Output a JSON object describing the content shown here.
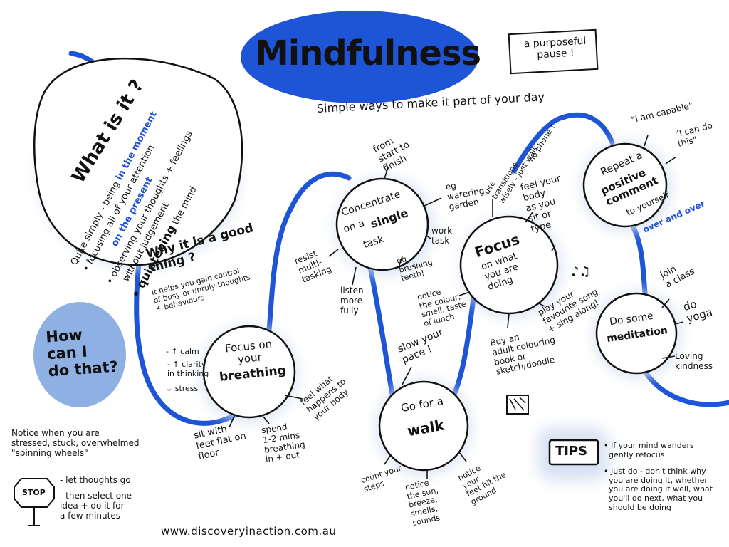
{
  "colors": {
    "accent_blue": "#1e55d6",
    "light_blue": "#8fb0e3",
    "ink": "#111111",
    "glow": "#d8e2f3"
  },
  "title": "Mindfulness",
  "subtitle": "Simple ways to make it part of your day",
  "purposeful_pause": "a purposeful\npause !",
  "what_is_it": {
    "heading": "What is it ?",
    "line1": "Quite simply - being",
    "in_the": "in the",
    "moment": "moment",
    "focusing": "• focusing all of your attention",
    "on_the_present": "on the present",
    "observing": "• observing your thoughts + feelings",
    "without_judgement": "without judgement",
    "quietening": "• quietening",
    "the_mind": "the mind"
  },
  "why_good": {
    "heading": "Why it is a good\nthing ?",
    "body": "It helps you gain control\nof busy or unruly thoughts\n+ behaviours",
    "calm": "- ↑ calm",
    "clarity": "- ↑ clarity\nin thinking",
    "stress": "↓ stress"
  },
  "how_can": "How\ncan I\ndo that?",
  "notice_stressed": "Notice when you are\nstressed, stuck, overwhelmed\n\"spinning wheels\"",
  "stop_sign": "STOP",
  "let_thoughts_go": "- let thoughts go",
  "then_select": "- then select one\nidea + do it for\na few minutes",
  "website": "www.discoveryinaction.com.au",
  "breathing": {
    "line1": "Focus on\nyour",
    "strong": "breathing",
    "sit_with": "sit with\nfeet flat on\nfloor",
    "spend": "spend\n1-2 mins\nbreathing\nin + out",
    "feel_what": "feel what\nhappens to\nyour body"
  },
  "concentrate": {
    "line1": "Concentrate",
    "on_a": "on a",
    "single": "single",
    "task": "task",
    "from_start": "from\nstart to\nfinish",
    "eg_watering": "eg\nwatering\ngarden",
    "work_task": "work\ntask",
    "eg_brushing": "eg\nbrushing\nteeth!",
    "listen": "listen\nmore\nfully",
    "resist": "resist\nmulti-\ntasking"
  },
  "walk": {
    "line1": "Go for a",
    "strong": "walk",
    "slow": "slow your\npace !",
    "count": "count your\nsteps",
    "notice_sun": "notice\nthe sun,\nbreeze,\nsmells,\nsounds",
    "notice_feet": "notice\nyour\nfeet hit the\nground"
  },
  "focus_doing": {
    "strong": "Focus",
    "line2": "on what\nyou are\ndoing",
    "use_transitions": "use\ntransitions\nwisely - just walk",
    "no_phone": "no phone !",
    "feel_body": "feel your\nbody\nas you\nsit or\ntype",
    "notice_colour": "notice\nthe colour,\nsmell, taste\nof lunch",
    "play_song": "play your\nfavourite song\n+ sing along!",
    "music_notes": "♪♫",
    "colouring": "Buy an\nadult colouring\nbook or\nsketch/doodle"
  },
  "positive": {
    "line1": "Repeat a",
    "strong": "positive\ncomment",
    "line3": "to yourself",
    "over_and_over": "over and over",
    "capable": "\"I am capable\"",
    "can_do": "\"I can do\nthis\""
  },
  "meditation": {
    "line1": "Do some",
    "strong": "meditation",
    "join_class": "join\na class",
    "do_yoga": "do\nyoga",
    "loving": "Loving\nkindness"
  },
  "tips": {
    "label": "TIPS",
    "tip1": "• If your mind wanders\n  gently refocus",
    "tip2": "• Just do - don't think why\n  you are doing it, whether\n  you are doing it well, what\n  you'll do next, what you\n  should be doing"
  }
}
